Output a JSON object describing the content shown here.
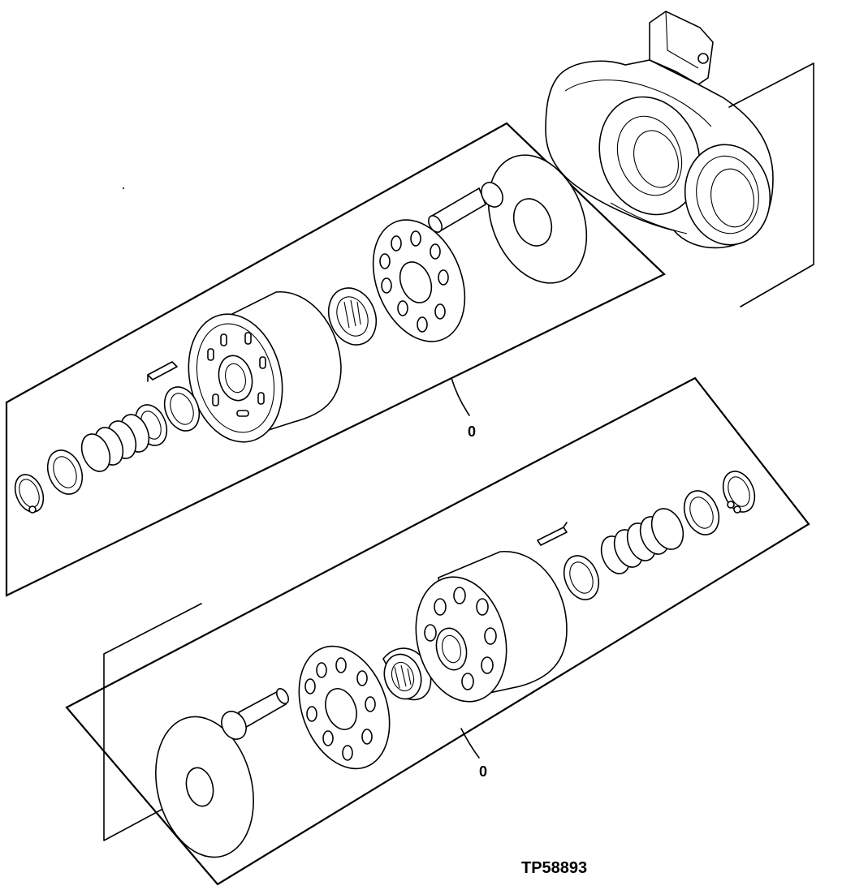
{
  "figure": {
    "id_label": "TP58893"
  },
  "callouts": [
    {
      "label": "0"
    },
    {
      "label": "0"
    }
  ],
  "groups": [
    {
      "name": "upper-rotating-group",
      "parts": [
        "circlip",
        "washer",
        "spring",
        "spring-seat",
        "key",
        "retainer-ring",
        "cylinder-block",
        "bearing",
        "retainer-plate",
        "pin",
        "valve-plate"
      ]
    },
    {
      "name": "lower-rotating-group",
      "parts": [
        "valve-plate",
        "pin",
        "retainer-plate",
        "bearing",
        "cylinder-block",
        "key",
        "retainer-ring",
        "spring",
        "washer",
        "circlip"
      ]
    }
  ],
  "colors": {
    "line": "#000000",
    "background": "#ffffff"
  }
}
